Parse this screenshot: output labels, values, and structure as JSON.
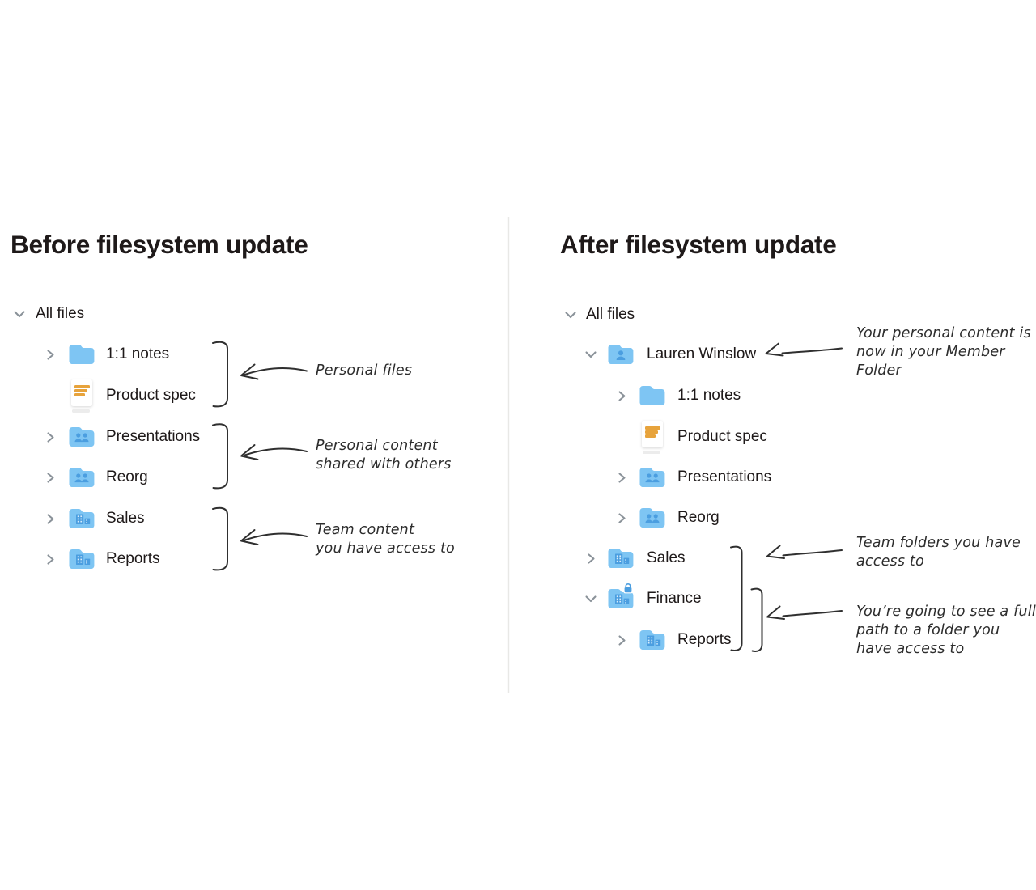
{
  "colors": {
    "folder": "#7ec5f3",
    "folder_glyph": "#4b9ee0",
    "window": "#d8edfc",
    "doc_lines": "#e7a33c",
    "text": "#1e1919",
    "annotation_ink": "#2f2f2f",
    "chevron": "#8a9299",
    "divider": "#e8e8e6"
  },
  "panels": [
    {
      "title": "Before filesystem update",
      "root_label": "All files",
      "rows": [
        {
          "label": "1:1 notes",
          "icon": "folder-plain",
          "chevron": "right"
        },
        {
          "label": "Product spec",
          "icon": "paper-doc",
          "chevron": "none"
        },
        {
          "label": "Presentations",
          "icon": "folder-shared",
          "chevron": "right"
        },
        {
          "label": "Reorg",
          "icon": "folder-shared",
          "chevron": "right"
        },
        {
          "label": "Sales",
          "icon": "folder-team",
          "chevron": "right"
        },
        {
          "label": "Reports",
          "icon": "folder-team",
          "chevron": "right"
        }
      ],
      "annotations": [
        {
          "lines": [
            "Personal files"
          ]
        },
        {
          "lines": [
            "Personal content",
            "shared with others"
          ]
        },
        {
          "lines": [
            "Team content",
            "you have access to"
          ]
        }
      ]
    },
    {
      "title": "After filesystem update",
      "root_label": "All files",
      "rows": [
        {
          "label": "Lauren Winslow",
          "icon": "folder-member",
          "chevron": "down"
        },
        {
          "label": "1:1 notes",
          "icon": "folder-plain",
          "chevron": "right"
        },
        {
          "label": "Product spec",
          "icon": "paper-doc",
          "chevron": "none"
        },
        {
          "label": "Presentations",
          "icon": "folder-shared",
          "chevron": "right"
        },
        {
          "label": "Reorg",
          "icon": "folder-shared",
          "chevron": "right"
        },
        {
          "label": "Sales",
          "icon": "folder-team",
          "chevron": "right"
        },
        {
          "label": "Finance",
          "icon": "folder-team-lock",
          "chevron": "down"
        },
        {
          "label": "Reports",
          "icon": "folder-team",
          "chevron": "right"
        }
      ],
      "annotations": [
        {
          "lines": [
            "Your personal content is",
            "now in your Member",
            "Folder"
          ]
        },
        {
          "lines": [
            "Team folders you have",
            "access to"
          ]
        },
        {
          "lines": [
            "You’re going to see a full",
            "path to a folder you",
            "have access to"
          ]
        }
      ]
    }
  ]
}
